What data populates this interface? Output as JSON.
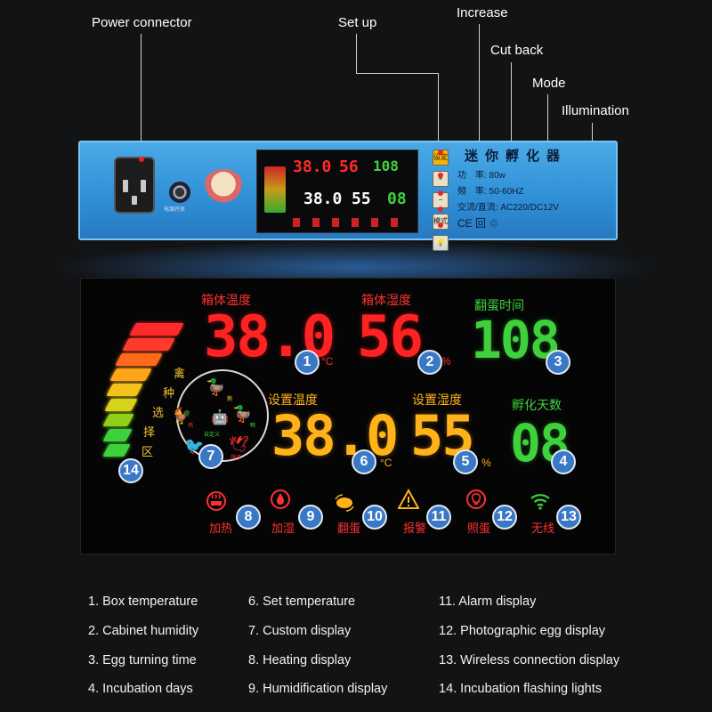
{
  "callouts": {
    "power_connector": "Power connector",
    "set_up": "Set up",
    "increase": "Increase",
    "cut_back": "Cut back",
    "mode": "Mode",
    "illumination": "Illumination"
  },
  "panel": {
    "knob_label": "电源开关",
    "buttons": [
      "设定",
      "+",
      "−",
      "模式",
      "💡"
    ],
    "title": "迷你孵化器",
    "specs": [
      "功　率: 80w",
      "频　率: 50-60HZ",
      "交流/直流: AC220/DC12V"
    ],
    "certs": "CE  回  ♲",
    "mini_temp": "38.0",
    "mini_hum": "56",
    "mini_turn": "108",
    "mini_set_temp": "38.0",
    "mini_set_hum": "55",
    "mini_days": "08"
  },
  "display": {
    "box_temp_label": "箱体温度",
    "box_temp": "38.0",
    "box_temp_unit": "°C",
    "box_hum_label": "箱体湿度",
    "box_hum": "56",
    "box_hum_unit": "%",
    "turn_label": "翻蛋时间",
    "turn_value": "108",
    "set_temp_label": "设置温度",
    "set_temp": "38.0",
    "set_temp_unit": "°C",
    "set_hum_label": "设置湿度",
    "set_hum": "55",
    "set_hum_unit": "%",
    "days_label": "孵化天数",
    "days_value": "08",
    "species_label": [
      "禽",
      "种",
      "选",
      "择",
      "区"
    ],
    "birds": [
      "鹅",
      "鸡",
      "鸭",
      "自定义",
      "山鸡",
      "鸽子"
    ],
    "status": [
      "加热",
      "加湿",
      "翻蛋",
      "报警",
      "照蛋",
      "无线"
    ],
    "badges": [
      "1",
      "2",
      "3",
      "4",
      "5",
      "6",
      "7",
      "8",
      "9",
      "10",
      "11",
      "12",
      "13",
      "14"
    ],
    "bar_colors": [
      "#ff2b2b",
      "#ff3a2a",
      "#ff6a1a",
      "#ffa51a",
      "#f4c21a",
      "#d6d31a",
      "#8fd01a",
      "#3fd13b",
      "#3fd13b"
    ]
  },
  "legend": {
    "items": [
      "1. Box temperature",
      "2. Cabinet humidity",
      "3. Egg turning time",
      "4. Incubation days",
      "6. Set temperature",
      "7. Custom display",
      "8. Heating display",
      "9. Humidification display",
      "11. Alarm display",
      "12. Photographic egg display",
      "13. Wireless connection display",
      "14. Incubation flashing lights"
    ]
  }
}
